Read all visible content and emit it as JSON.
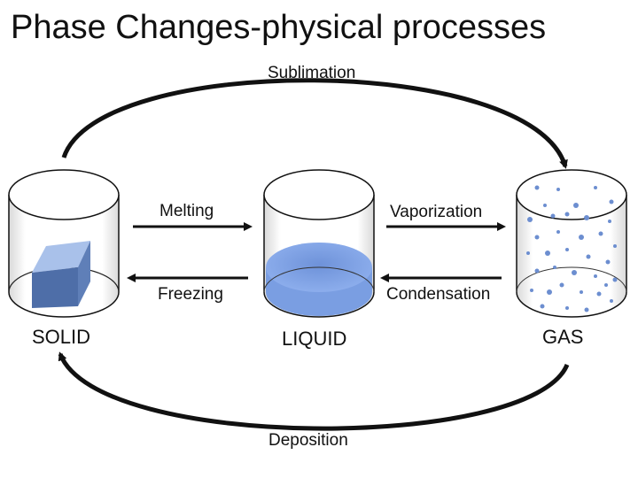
{
  "title": "Phase Changes-physical processes",
  "states": {
    "solid": "SOLID",
    "liquid": "LIQUID",
    "gas": "GAS"
  },
  "processes": {
    "sublimation": "Sublimation",
    "melting": "Melting",
    "freezing": "Freezing",
    "vaporization": "Vaporization",
    "condensation": "Condensation",
    "deposition": "Deposition"
  },
  "colors": {
    "outline": "#111111",
    "solid_cube": "#6f8fc7",
    "liquid": "#7b9fe0",
    "gas_particles": "#6c8ed0"
  }
}
